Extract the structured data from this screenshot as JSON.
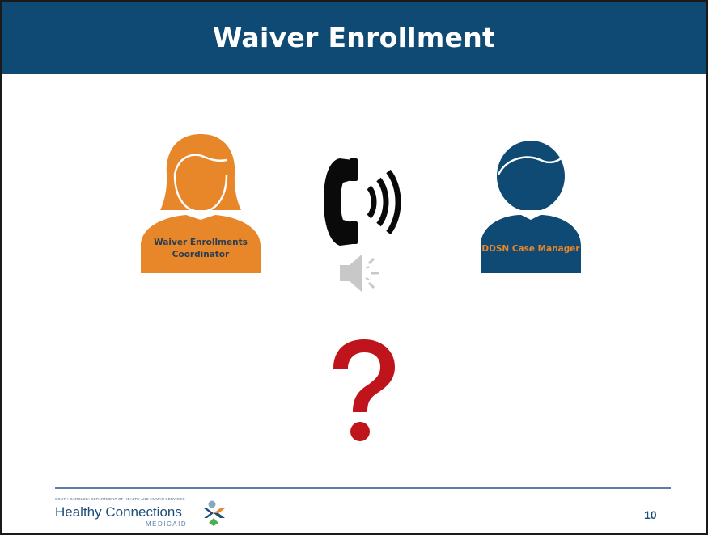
{
  "slide": {
    "title": "Waiver Enrollment",
    "page_number": "10"
  },
  "people": {
    "coordinator": {
      "label": "Waiver Enrollments Coordinator",
      "color": "#e8862a"
    },
    "case_manager": {
      "label": "DDSN Case Manager",
      "color": "#0e4a73"
    }
  },
  "icons": {
    "phone": "telephone-ringing-icon",
    "speaker": "speaker-icon",
    "question": "question-mark-icon"
  },
  "footer": {
    "logo_department": "SOUTH CAROLINA DEPARTMENT OF HEALTH AND HUMAN SERVICES",
    "logo_name": "Healthy Connections",
    "logo_sub": "MEDICAID"
  },
  "colors": {
    "title_bar": "#0e4a73",
    "question_mark": "#c0141c",
    "rule": "#5b7fa6"
  }
}
